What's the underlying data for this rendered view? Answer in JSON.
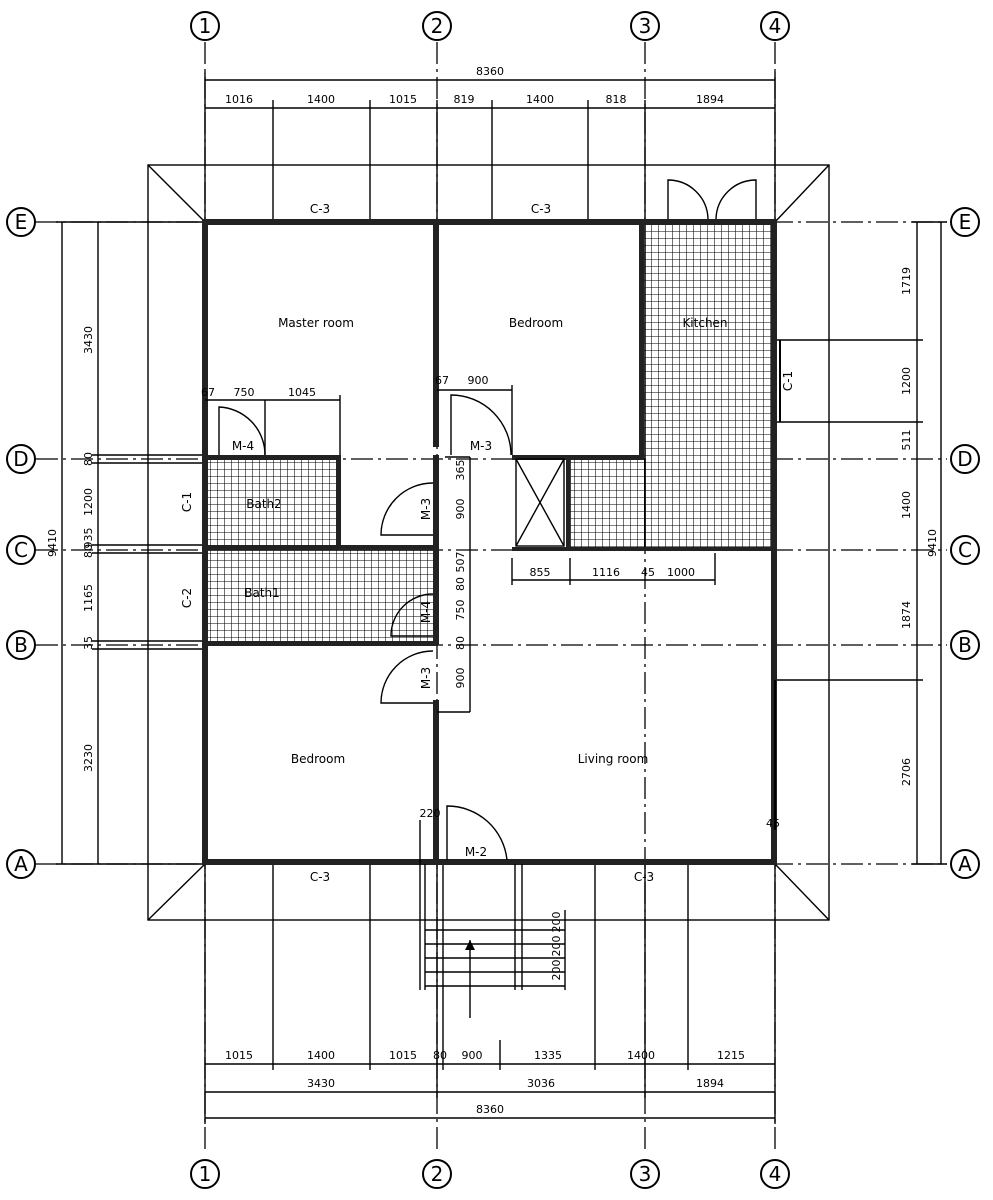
{
  "axes": {
    "vertical": [
      "1",
      "2",
      "3",
      "4"
    ],
    "horizontal": [
      "E",
      "D",
      "C",
      "B",
      "A"
    ]
  },
  "dims": {
    "top_total": "8360",
    "top_segments": [
      "1016",
      "1400",
      "1015",
      "819",
      "1400",
      "818",
      "1894"
    ],
    "bottom_segments": [
      "1015",
      "1400",
      "1015",
      "80",
      "900",
      "1335",
      "1400",
      "1215"
    ],
    "bottom_axis": [
      "3430",
      "3036",
      "1894"
    ],
    "bottom_total": "8360",
    "left_total": "9410",
    "left_axis": [
      "3430",
      "1200",
      "1165",
      "3230"
    ],
    "left_small": [
      "80",
      "935",
      "80",
      "35"
    ],
    "right_total": "9410",
    "right_segments": [
      "1719",
      "1200",
      "511",
      "1400",
      "1874",
      "2706"
    ],
    "master_opening": [
      "67",
      "750",
      "1045"
    ],
    "bedroom_opening": [
      "67",
      "900"
    ],
    "corridor": [
      "365",
      "900",
      "507",
      "80",
      "750",
      "80",
      "900"
    ],
    "kitchen_lower": [
      "855",
      "1116",
      "45",
      "1000"
    ],
    "stairs": "200",
    "entry": "220",
    "misc": "45"
  },
  "rooms": {
    "master": "Master room",
    "bedroom_top": "Bedroom",
    "kitchen": "Kitchen",
    "bath2": "Bath2",
    "bath1": "Bath1",
    "bedroom_bottom": "Bedroom",
    "living": "Living room"
  },
  "labels": {
    "c3": "C-3",
    "c1": "C-1",
    "c2": "C-2",
    "m4": "M-4",
    "m3": "M-3",
    "m2": "M-2"
  }
}
